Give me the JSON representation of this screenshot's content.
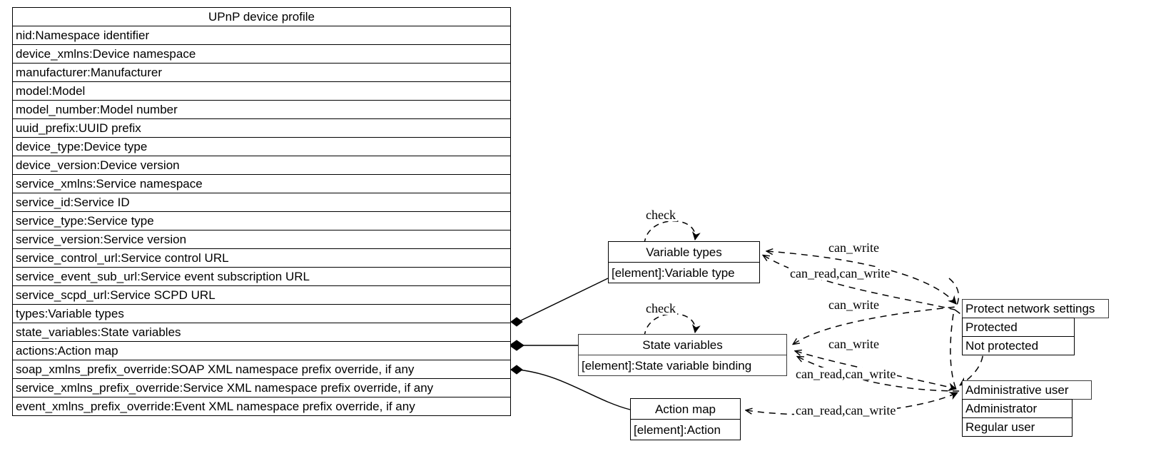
{
  "diagram": {
    "type": "uml-class-diagram",
    "title": "UPnP device profile",
    "background": "#ffffff",
    "line_color": "#000000"
  },
  "profile_table": {
    "header": "UPnP device profile",
    "rows": [
      "nid:Namespace identifier",
      "device_xmlns:Device namespace",
      "manufacturer:Manufacturer",
      "model:Model",
      "model_number:Model number",
      "uuid_prefix:UUID prefix",
      "device_type:Device type",
      "device_version:Device version",
      "service_xmlns:Service namespace",
      "service_id:Service ID",
      "service_type:Service type",
      "service_version:Service version",
      "service_control_url:Service control URL",
      "service_event_sub_url:Service event subscription URL",
      "service_scpd_url:Service SCPD URL",
      "types:Variable types",
      "state_variables:State variables",
      "actions:Action map",
      "soap_xmlns_prefix_override:SOAP XML namespace prefix override, if any",
      "service_xmlns_prefix_override:Service XML namespace prefix override, if any",
      "event_xmlns_prefix_override:Event XML namespace prefix override, if any"
    ]
  },
  "variable_types": {
    "header": "Variable types",
    "rows": [
      "[element]:Variable type"
    ]
  },
  "state_variables": {
    "header": "State variables",
    "rows": [
      "[element]:State variable binding"
    ]
  },
  "action_map": {
    "header": "Action map",
    "rows": [
      "[element]:Action"
    ]
  },
  "protect_network_settings": {
    "header": "Protect network settings",
    "rows": [
      "Protected",
      "Not protected"
    ]
  },
  "administrative_user": {
    "header": "Administrative user",
    "rows": [
      "Administrator",
      "Regular user"
    ]
  },
  "edge_labels": {
    "check_variable_types": "check",
    "check_state_variables": "check",
    "vt_protect_can_write": "can_write",
    "vt_admin_can_read_write": "can_read,can_write",
    "sv_protect_can_write": "can_write",
    "sv_admin_can_write": "can_write",
    "sv_admin_can_read_write": "can_read,can_write",
    "am_admin_can_read_write": "can_read,can_write"
  }
}
